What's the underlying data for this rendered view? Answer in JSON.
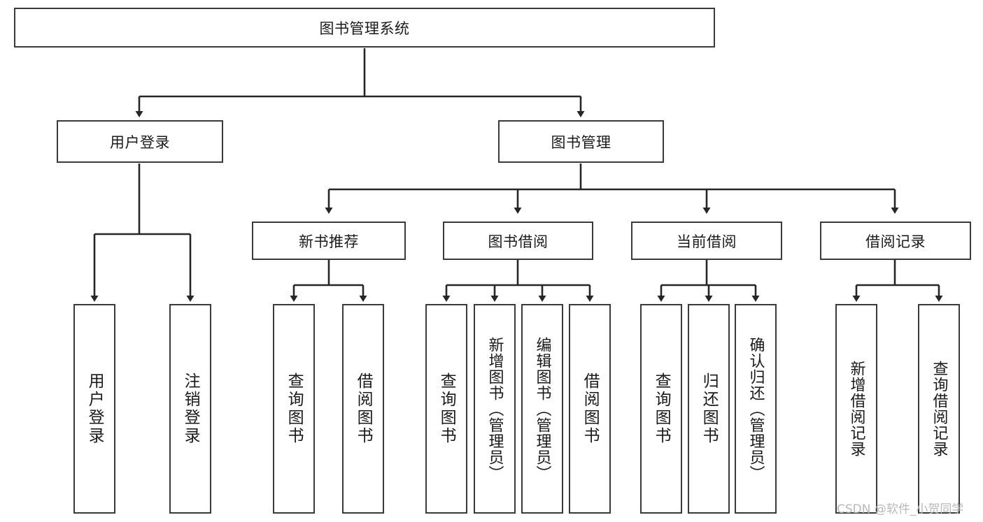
{
  "diagram": {
    "type": "tree-hierarchy",
    "title": "图书管理系统",
    "root": {
      "label": "图书管理系统"
    },
    "level2": [
      {
        "label": "用户登录"
      },
      {
        "label": "图书管理"
      }
    ],
    "level3": [
      {
        "label": "新书推荐"
      },
      {
        "label": "图书借阅"
      },
      {
        "label": "当前借阅"
      },
      {
        "label": "借阅记录"
      }
    ],
    "leaves": {
      "user_login": [
        {
          "label": "用户登录"
        },
        {
          "label": "注销登录"
        }
      ],
      "new_book_recommend": [
        {
          "label": "查询图书"
        },
        {
          "label": "借阅图书"
        }
      ],
      "book_borrow": [
        {
          "label": "查询图书"
        },
        {
          "label": "新增图书（管理员）"
        },
        {
          "label": "编辑图书（管理员）"
        },
        {
          "label": "借阅图书"
        }
      ],
      "current_borrow": [
        {
          "label": "查询图书"
        },
        {
          "label": "归还图书"
        },
        {
          "label": "确认归还（管理员）"
        }
      ],
      "borrow_record": [
        {
          "label": "新增借阅记录"
        },
        {
          "label": "查询借阅记录"
        }
      ]
    }
  },
  "watermark": {
    "text": "CSDN @软件_小贺同学"
  },
  "colors": {
    "border": "#3a3a3a",
    "connector": "#262626",
    "background": "#ffffff",
    "text": "#1a1a1a",
    "watermark": "#b9b9b9"
  }
}
